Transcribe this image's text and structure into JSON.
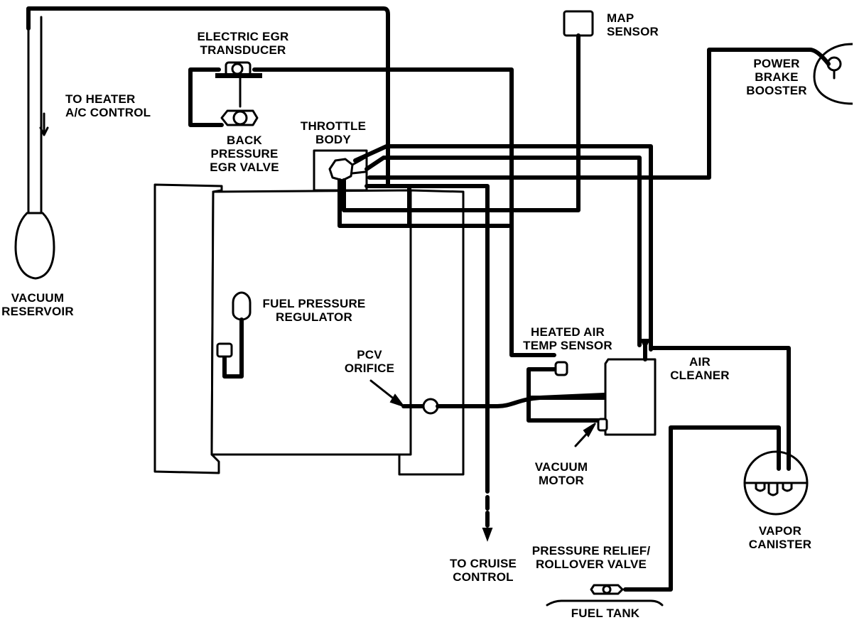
{
  "labels": {
    "to_heater": [
      "TO HEATER",
      "A/C CONTROL"
    ],
    "vacuum_reservoir": [
      "VACUUM",
      "RESERVOIR"
    ],
    "egr_transducer": [
      "ELECTRIC EGR",
      "TRANSDUCER"
    ],
    "egr_valve": [
      "BACK",
      "PRESSURE",
      "EGR VALVE"
    ],
    "throttle_body": [
      "THROTTLE",
      "BODY"
    ],
    "map_sensor": [
      "MAP",
      "SENSOR"
    ],
    "brake_booster": [
      "POWER",
      "BRAKE",
      "BOOSTER"
    ],
    "fuel_regulator": [
      "FUEL PRESSURE",
      "REGULATOR"
    ],
    "pcv_orifice": [
      "PCV",
      "ORIFICE"
    ],
    "air_temp_sensor": [
      "HEATED AIR",
      "TEMP SENSOR"
    ],
    "air_cleaner": [
      "AIR",
      "CLEANER"
    ],
    "vacuum_motor": [
      "VACUUM",
      "MOTOR"
    ],
    "vapor_canister": [
      "VAPOR",
      "CANISTER"
    ],
    "cruise_control": [
      "TO CRUISE",
      "CONTROL"
    ],
    "relief_valve": [
      "PRESSURE RELIEF/",
      "ROLLOVER VALVE"
    ],
    "fuel_tank": [
      "FUEL TANK"
    ]
  }
}
